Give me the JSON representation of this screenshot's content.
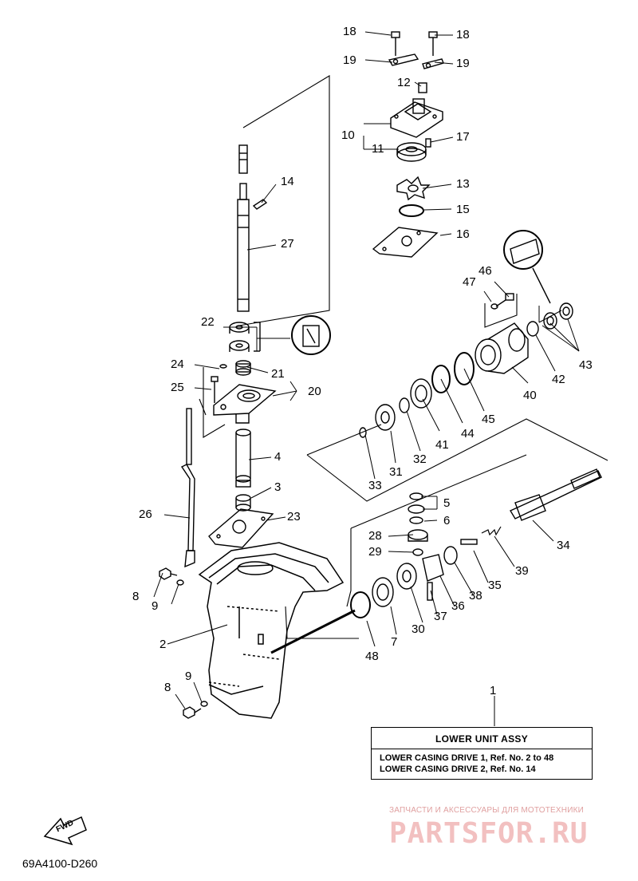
{
  "callouts": [
    {
      "id": "c18a",
      "text": "18"
    },
    {
      "id": "c18b",
      "text": "18"
    },
    {
      "id": "c19a",
      "text": "19"
    },
    {
      "id": "c19b",
      "text": "19"
    },
    {
      "id": "c12",
      "text": "12"
    },
    {
      "id": "c10",
      "text": "10"
    },
    {
      "id": "c17",
      "text": "17"
    },
    {
      "id": "c11",
      "text": "11"
    },
    {
      "id": "c14",
      "text": "14"
    },
    {
      "id": "c13",
      "text": "13"
    },
    {
      "id": "c15",
      "text": "15"
    },
    {
      "id": "c27",
      "text": "27"
    },
    {
      "id": "c16",
      "text": "16"
    },
    {
      "id": "c46",
      "text": "46"
    },
    {
      "id": "c47",
      "text": "47"
    },
    {
      "id": "c22",
      "text": "22"
    },
    {
      "id": "c43",
      "text": "43"
    },
    {
      "id": "c24",
      "text": "24"
    },
    {
      "id": "c21",
      "text": "21"
    },
    {
      "id": "c42",
      "text": "42"
    },
    {
      "id": "c25",
      "text": "25"
    },
    {
      "id": "c20",
      "text": "20"
    },
    {
      "id": "c40",
      "text": "40"
    },
    {
      "id": "c45",
      "text": "45"
    },
    {
      "id": "c44",
      "text": "44"
    },
    {
      "id": "c41",
      "text": "41"
    },
    {
      "id": "c4",
      "text": "4"
    },
    {
      "id": "c32",
      "text": "32"
    },
    {
      "id": "c31",
      "text": "31"
    },
    {
      "id": "c33",
      "text": "33"
    },
    {
      "id": "c3",
      "text": "3"
    },
    {
      "id": "c5",
      "text": "5"
    },
    {
      "id": "c26",
      "text": "26"
    },
    {
      "id": "c23",
      "text": "23"
    },
    {
      "id": "c6",
      "text": "6"
    },
    {
      "id": "c28",
      "text": "28"
    },
    {
      "id": "c34",
      "text": "34"
    },
    {
      "id": "c29",
      "text": "29"
    },
    {
      "id": "c8a",
      "text": "8"
    },
    {
      "id": "c9a",
      "text": "9"
    },
    {
      "id": "c35",
      "text": "35"
    },
    {
      "id": "c39",
      "text": "39"
    },
    {
      "id": "c38",
      "text": "38"
    },
    {
      "id": "c36",
      "text": "36"
    },
    {
      "id": "c37",
      "text": "37"
    },
    {
      "id": "c30",
      "text": "30"
    },
    {
      "id": "c7",
      "text": "7"
    },
    {
      "id": "c2",
      "text": "2"
    },
    {
      "id": "c48",
      "text": "48"
    },
    {
      "id": "c9b",
      "text": "9"
    },
    {
      "id": "c8b",
      "text": "8"
    },
    {
      "id": "c1",
      "text": "1"
    }
  ],
  "legend": {
    "title": "LOWER UNIT ASSY",
    "line1": "LOWER CASING DRIVE 1, Ref. No. 2 to 48",
    "line2": "LOWER CASING DRIVE 2, Ref. No. 14"
  },
  "fwd_arrow_label": "FWD",
  "diagram_code": "69A4100-D260",
  "watermark": {
    "subtitle": "ЗАПЧАСТИ И АКСЕССУАРЫ ДЛЯ МОТОТЕХНИКИ",
    "brand": "PARTSFOR.RU"
  },
  "colors": {
    "line": "#000000",
    "watermark": "#f2c0c0",
    "background": "#ffffff"
  }
}
